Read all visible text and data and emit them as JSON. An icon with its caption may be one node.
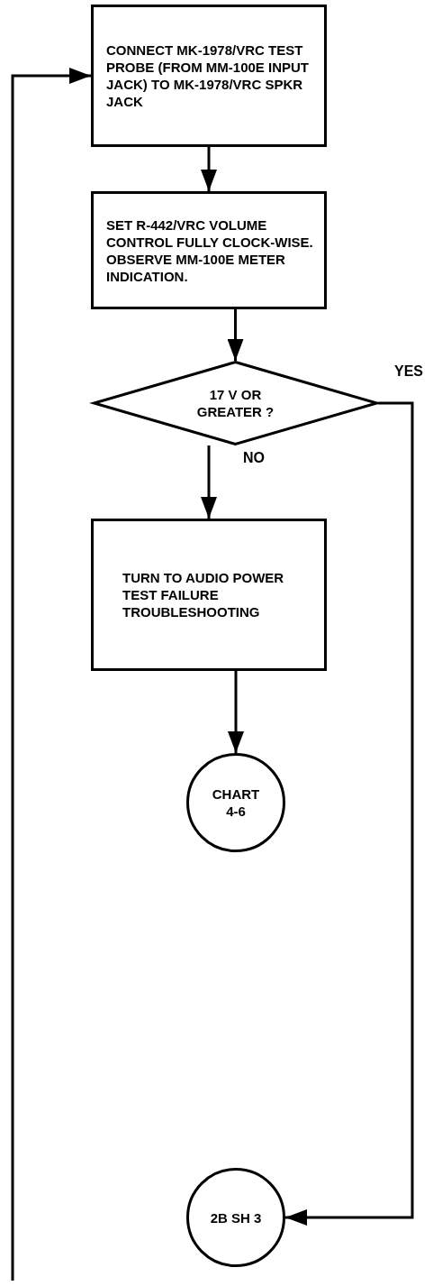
{
  "diagram": {
    "nodes": [
      {
        "text": [
          "CONNECT MK-1978/VRC TEST PROBE (FROM MM-100E INPUT JACK) TO MK-1978/VRC SPKR JACK"
        ]
      },
      {
        "text": [
          "SET R-442/VRC VOLUME CONTROL FULLY CLOCK-WISE. OBSERVE MM-100E METER INDICATION."
        ]
      },
      {
        "text": [
          "17 V OR GREATER ?"
        ]
      },
      {
        "text": [
          "TURN TO AUDIO POWER TEST FAILURE TROUBLESHOOTING"
        ]
      },
      {
        "text": [
          "CHART 4-6"
        ]
      },
      {
        "text": [
          "2B SH 3"
        ]
      }
    ],
    "edges": [
      {
        "from": 0,
        "to": 1,
        "arrow": "to"
      },
      {
        "from": 1,
        "to": 2,
        "arrow": "to"
      },
      {
        "from": 2,
        "to": 3,
        "arrow": "to",
        "label": "NO"
      },
      {
        "from": 2,
        "to": 5,
        "arrow": "to",
        "label": "YES"
      },
      {
        "from": 3,
        "to": 4,
        "arrow": "to"
      },
      {
        "from": null,
        "to": 0,
        "arrow": "to"
      }
    ]
  }
}
